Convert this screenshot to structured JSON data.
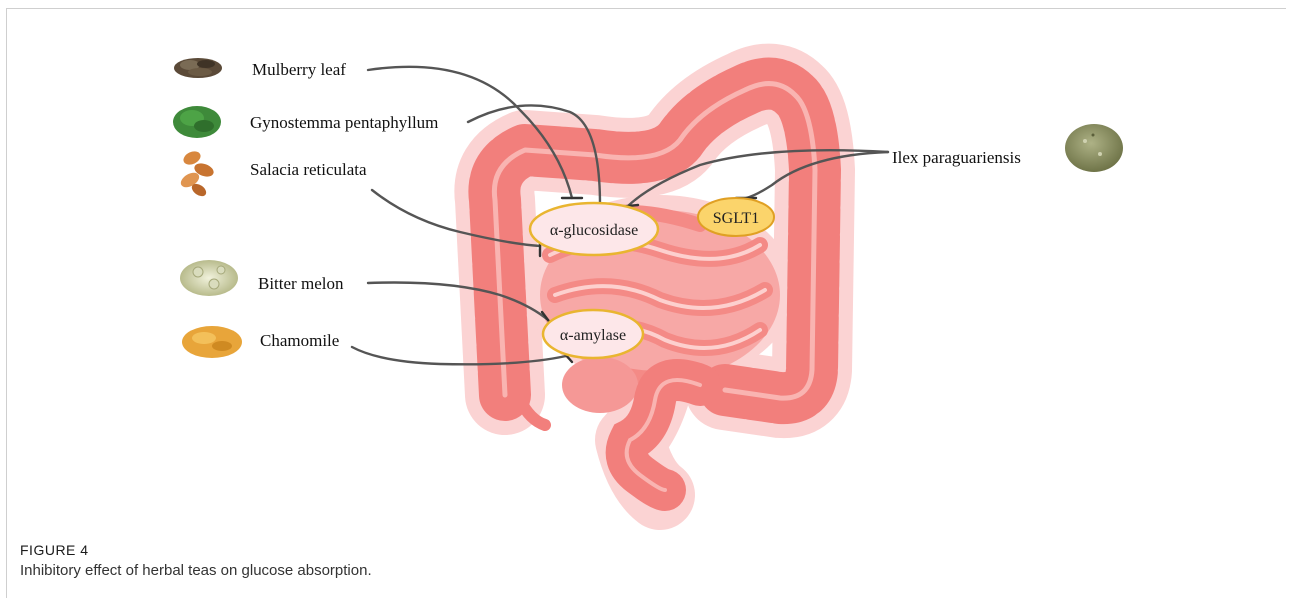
{
  "figure": {
    "number": "FIGURE 4",
    "caption": "Inhibitory effect of herbal teas on glucose absorption."
  },
  "herbs": [
    {
      "name": "Mulberry leaf",
      "target": "α-glucosidase",
      "icon": "mulberry-leaf-pile-icon"
    },
    {
      "name": "Gynostemma pentaphyllum",
      "target": "α-glucosidase",
      "icon": "gynostemma-pile-icon"
    },
    {
      "name": "Salacia reticulata",
      "target": "α-glucosidase",
      "icon": "salacia-root-icon"
    },
    {
      "name": "Bitter melon",
      "target": "α-amylase",
      "icon": "bitter-melon-slices-icon"
    },
    {
      "name": "Chamomile",
      "target": "α-amylase",
      "icon": "chamomile-flowers-icon"
    },
    {
      "name": "Ilex paraguariensis",
      "target": "α-glucosidase, SGLT1",
      "icon": "yerba-mate-pile-icon"
    }
  ],
  "enzymes": {
    "glucosidase": "α-glucosidase",
    "sglt1": "SGLT1",
    "amylase": "α-amylase"
  },
  "colors": {
    "intestine": "#f27f7c",
    "intestine_glow": "#fbd3d3",
    "enzyme_fill": "#fde7e9",
    "enzyme_border": "#e9b530",
    "sglt1_fill": "#fbd46b",
    "connector": "#555555"
  }
}
